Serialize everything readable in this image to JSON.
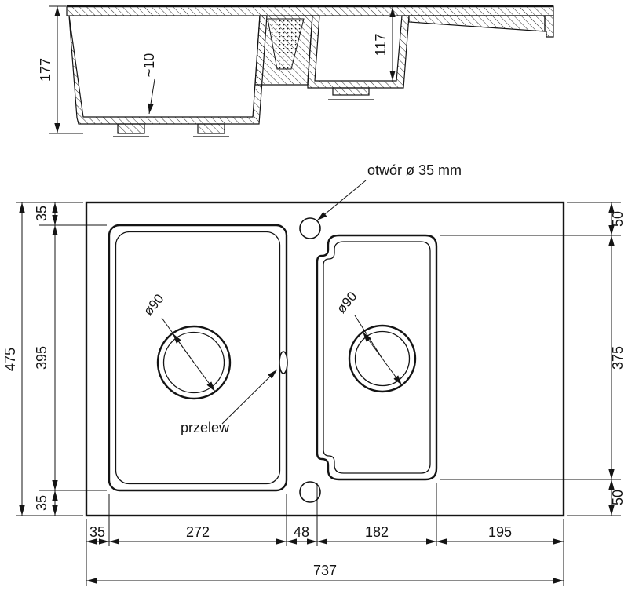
{
  "section": {
    "dims": {
      "h177": "177",
      "t10": "~10",
      "h117": "117"
    }
  },
  "plan": {
    "annotations": {
      "hole": "otwór ø 35 mm",
      "overflow": "przelew",
      "drain_left": "ø90",
      "drain_right": "ø90"
    },
    "left": {
      "top35": "35",
      "h395": "395",
      "bottom35": "35",
      "total475": "475"
    },
    "right": {
      "top50": "50",
      "h375": "375",
      "bottom50": "50"
    },
    "bottom": {
      "w35": "35",
      "w272": "272",
      "w48": "48",
      "w182": "182",
      "w195": "195",
      "total737": "737"
    }
  },
  "colors": {
    "ink": "#141414",
    "bg": "#ffffff"
  }
}
